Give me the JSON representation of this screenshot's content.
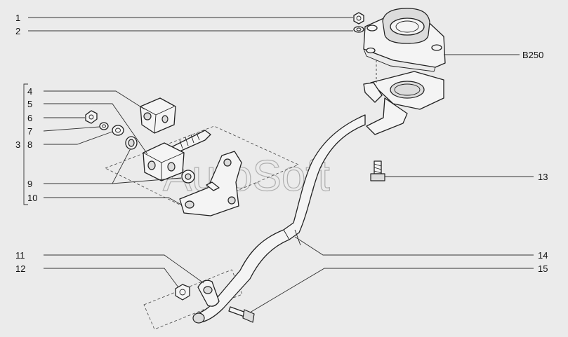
{
  "watermark": "AutoSoft",
  "labels": {
    "l1": "1",
    "l2": "2",
    "l3": "3",
    "l4": "4",
    "l5": "5",
    "l6": "6",
    "l7": "7",
    "l8": "8",
    "l9": "9",
    "l10": "10",
    "l11": "11",
    "l12": "12",
    "l13": "13",
    "l14": "14",
    "l15": "15",
    "b250": "B250"
  }
}
